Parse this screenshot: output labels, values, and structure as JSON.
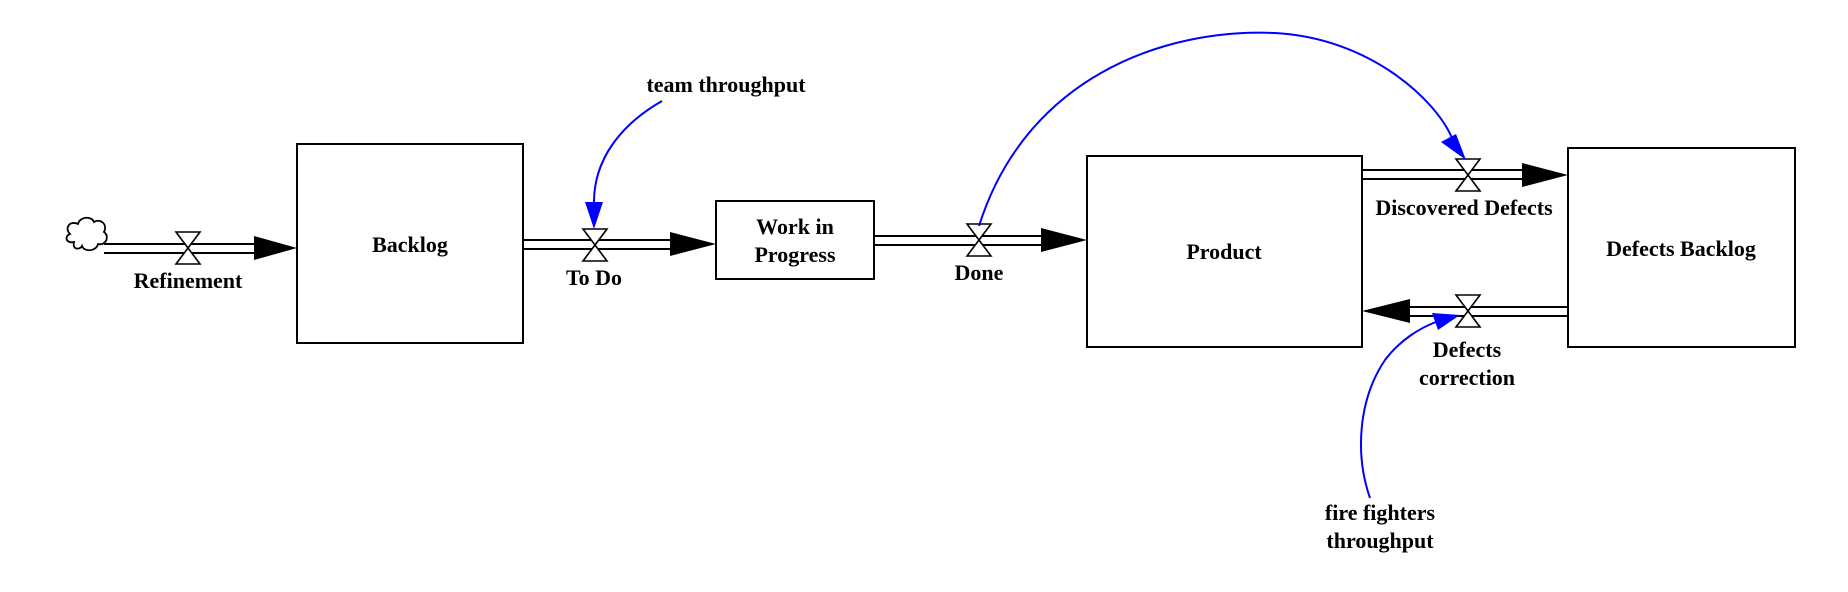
{
  "stocks": {
    "backlog": "Backlog",
    "wip_line1": "Work in",
    "wip_line2": "Progress",
    "product": "Product",
    "defects_backlog": "Defects Backlog"
  },
  "flows": {
    "refinement": "Refinement",
    "to_do": "To Do",
    "done": "Done",
    "discovered_defects": "Discovered Defects",
    "defects_correction_line1": "Defects",
    "defects_correction_line2": "correction"
  },
  "auxiliaries": {
    "team_throughput": "team throughput",
    "fire_fighters_line1": "fire fighters",
    "fire_fighters_line2": "throughput"
  },
  "colors": {
    "link": "#0000ff",
    "stroke": "#000000",
    "background": "#ffffff"
  }
}
